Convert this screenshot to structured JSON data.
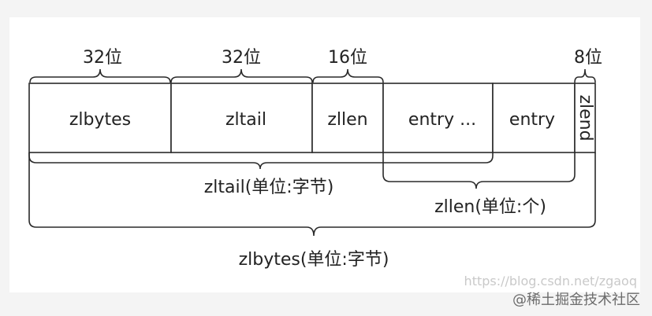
{
  "colors": {
    "background": "#f4f4f4",
    "panel": "#ffffff",
    "stroke": "#2a2a2a",
    "text": "#222222"
  },
  "fields": [
    {
      "name": "zlbytes",
      "size_label": "32位"
    },
    {
      "name": "zltail",
      "size_label": "32位"
    },
    {
      "name": "zllen",
      "size_label": "16位"
    },
    {
      "name": "entry ...",
      "size_label": ""
    },
    {
      "name": "entry",
      "size_label": ""
    },
    {
      "name": "zlend",
      "size_label": "8位"
    }
  ],
  "spans": {
    "zltail": "zltail(单位:字节)",
    "zllen": "zllen(单位:个)",
    "zlbytes": "zlbytes(单位:字节)"
  },
  "watermark": "https://blog.csdn.net/zgaoq",
  "brand": "@稀土掘金技术社区"
}
